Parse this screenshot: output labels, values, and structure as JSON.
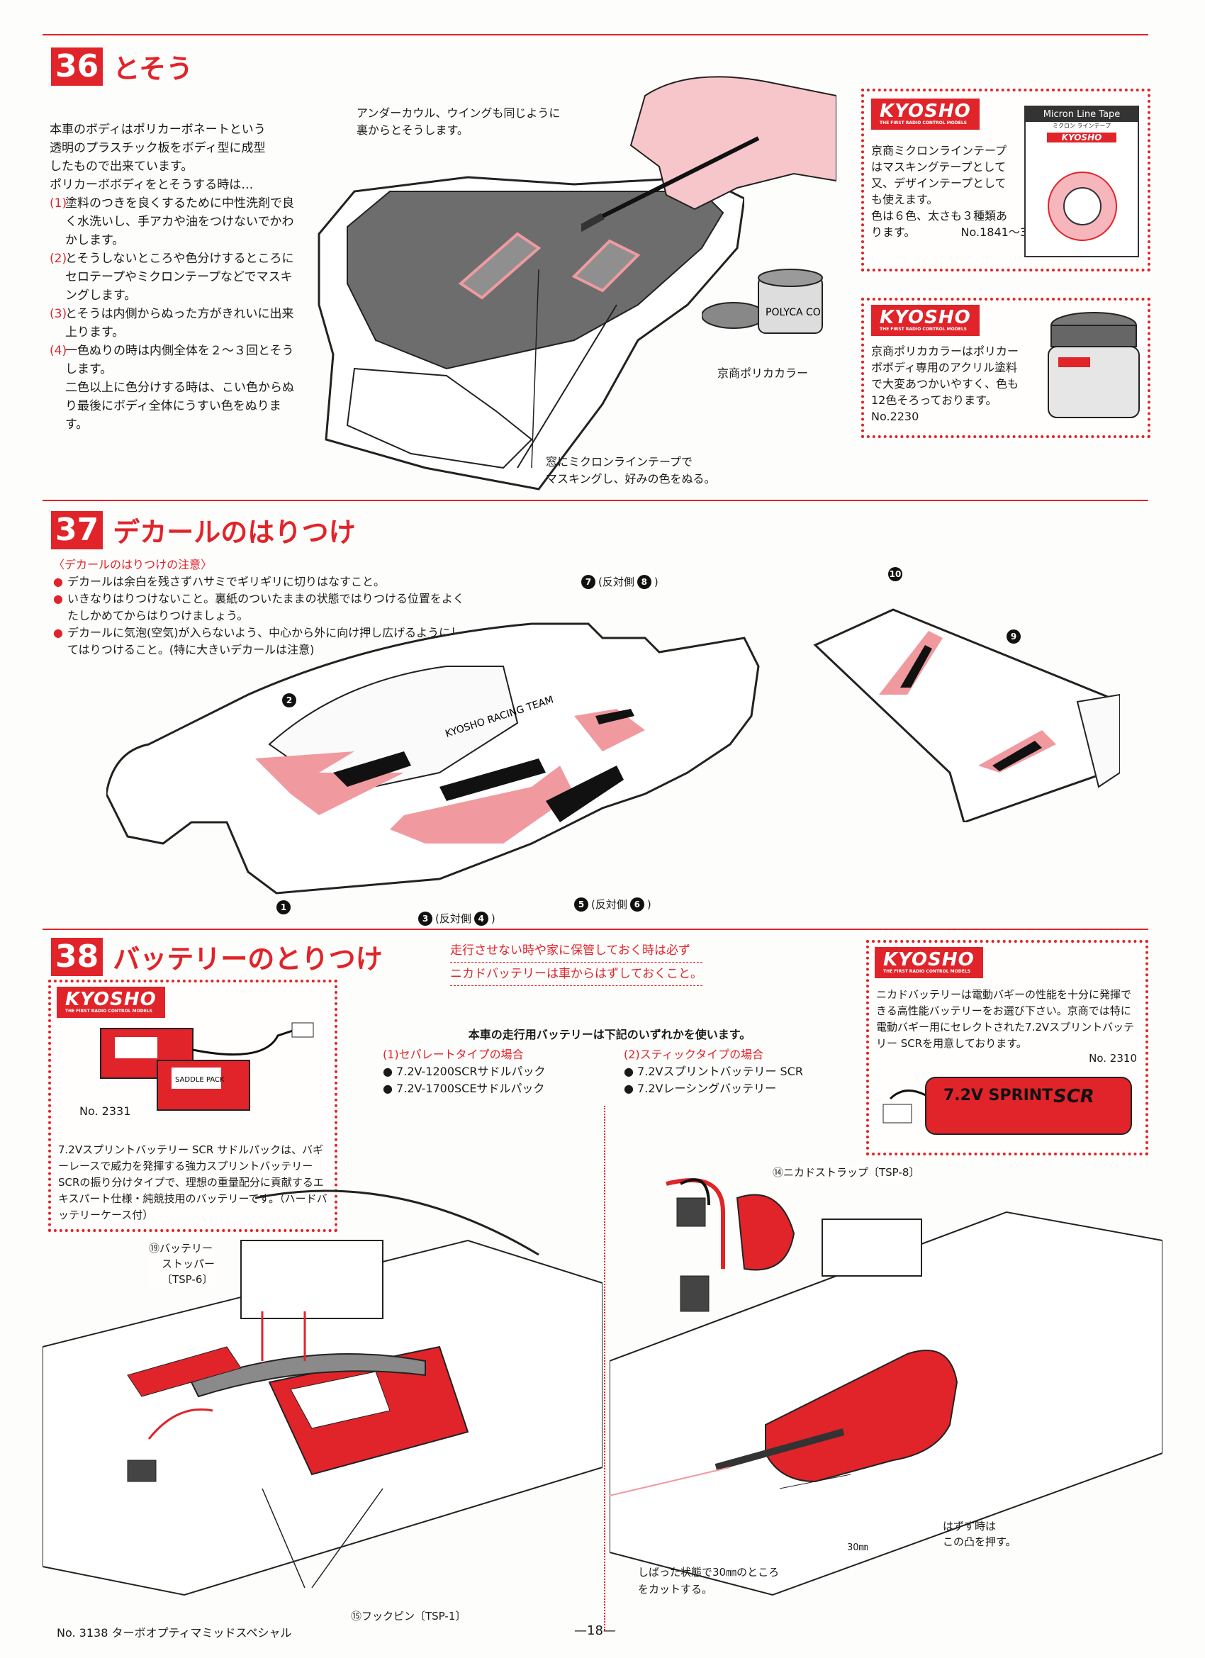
{
  "colors": {
    "accent": "#e0242a",
    "ink": "#1a1a1a",
    "paper": "#fdfdfb",
    "body_gray": "#8a8a8a"
  },
  "s36": {
    "num": "36",
    "title": "とそう",
    "intro": [
      "本車のボディはポリカーボネートという",
      "透明のプラスチック板をボディ型に成型",
      "したもので出来ています。",
      "ポリカーボボディをとそうする時は…"
    ],
    "items": [
      {
        "idx": "(1)",
        "text": "塗料のつきを良くするために中性洗剤で良く水洗いし、手アカや油をつけないでかわかします。"
      },
      {
        "idx": "(2)",
        "text": "とそうしないところや色分けするところにセロテープやミクロンテープなどでマスキングします。"
      },
      {
        "idx": "(3)",
        "text": "とそうは内側からぬった方がきれいに出来上ります。"
      },
      {
        "idx": "(4)",
        "text": "一色ぬりの時は内側全体を２～３回とそうします。"
      }
    ],
    "extra": "二色以上に色分けする時は、こい色からぬり最後にボディ全体にうすい色をぬります。",
    "note_top": [
      "アンダーカウル、ウイングも同じように",
      "裏からとそうします。"
    ],
    "note_bottom": [
      "窓にミクロンラインテープで",
      "マスキングし、好みの色をぬる。"
    ],
    "paint_label": "京商ポリカカラー",
    "box1": {
      "logo": "KYOSHO",
      "logo_sub": "THE FIRST RADIO CONTROL MODELS",
      "text": [
        "京商ミクロンラインテープ",
        "はマスキングテープとして",
        "又、デザインテープとして",
        "も使えます。",
        "色は６色、太さも３種類あ",
        "ります。"
      ],
      "no": "No.1841～3",
      "product": "Micron Line Tape",
      "product_sub": "ミクロン ラインテープ"
    },
    "box2": {
      "logo": "KYOSHO",
      "logo_sub": "THE FIRST RADIO CONTROL MODELS",
      "text": [
        "京商ポリカカラーはポリカー",
        "ボボディ専用のアクリル塗料",
        "で大変あつかいやすく、色も",
        "12色そろっております。"
      ],
      "no": "No.2230",
      "jar_label": "POLYCA CO"
    }
  },
  "s37": {
    "num": "37",
    "title": "デカールのはりつけ",
    "sub": "〈デカールのはりつけの注意〉",
    "bullets": [
      "デカールは余白を残さずハサミでギリギリに切りはなすこと。",
      "いきなりはりつけないこと。裏紙のついたままの状態ではりつける位置をよくたしかめてからはりつけましょう。",
      "デカールに気泡(空気)が入らないよう、中心から外に向け押し広げるようにしてはりつけること。(特に大きいデカールは注意)"
    ],
    "team_text": "KYOSHO RACING TEAM",
    "c1": "1",
    "c2": "2",
    "c3": "3",
    "c3b": "(反対側",
    "c4": "4",
    "c5": "5",
    "c5b": "(反対側",
    "c6": "6",
    "c7": "7",
    "c7b": "(反対側",
    "c8": "8",
    "c9": "9",
    "c10": "10",
    "close": ")"
  },
  "s38": {
    "num": "38",
    "title": "バッテリーのとりつけ",
    "warn1": "走行させない時や家に保管しておく時は必ず",
    "warn2": "ニカドバッテリーは車からはずしておくこと。",
    "lead": "本車の走行用バッテリーは下記のいずれかを使います。",
    "opt1_title": "(1)セパレートタイプの場合",
    "opt1": [
      "7.2V-1200SCRサドルパック",
      "7.2V-1700SCEサドルパック"
    ],
    "opt2_title": "(2)スティックタイプの場合",
    "opt2": [
      "7.2Vスプリントバッテリー SCR",
      "7.2Vレーシングバッテリー"
    ],
    "box_left": {
      "logo": "KYOSHO",
      "logo_sub": "THE FIRST RADIO CONTROL MODELS",
      "no": "No. 2331",
      "pack_label": "SADDLE PACK",
      "text": "7.2Vスプリントバッテリー SCR サドルパックは、バギーレースで威力を発揮する強力スプリントバッテリーSCRの振り分けタイプで、理想の重量配分に貢献するエキスパート仕様・純競技用のバッテリーです。（ハードバッテリーケース付）"
    },
    "box_right": {
      "logo": "KYOSHO",
      "logo_sub": "THE FIRST RADIO CONTROL MODELS",
      "text": "ニカドバッテリーは電動バギーの性能を十分に発揮できる高性能バッテリーをお選び下さい。京商では特に電動バギー用にセレクトされた7.2Vスプリントバッテリー SCRを用意しております。",
      "no": "No. 2310",
      "battery_label": "7.2V SPRINT",
      "battery_logo": "SCR"
    },
    "label_stopper": [
      "⑲バッテリー",
      "ストッパー",
      "〔TSP-6〕"
    ],
    "label_strap": "⑭ニカドストラップ〔TSP-8〕",
    "label_pin": "⑮フックピン〔TSP-1〕",
    "label_remove": [
      "はずす時は",
      "この凸を押す。"
    ],
    "label_cut": [
      "しばった状態で30㎜のところ",
      "をカットする。"
    ],
    "dim": "30㎜"
  },
  "footer": {
    "model": "No. 3138 ターボオプティマミッドスペシャル",
    "page": "—18—"
  }
}
